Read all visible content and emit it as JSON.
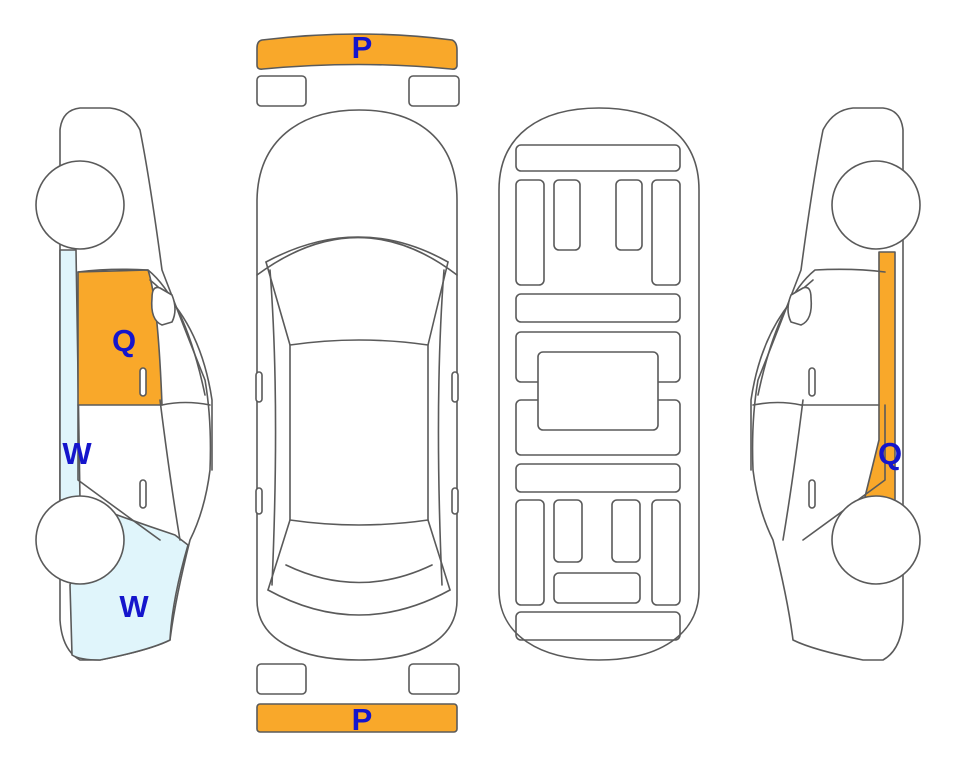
{
  "colors": {
    "severe": "#F9A82A",
    "light": "#E0F5FB",
    "label": "#1515CC",
    "outline": "#5A5A5A"
  },
  "marks": {
    "front_bumper": "P",
    "rear_bumper": "P",
    "left_front_door": "Q",
    "left_rocker": "W",
    "left_rear_quarter": "W",
    "right_front_pillar": "Q"
  }
}
